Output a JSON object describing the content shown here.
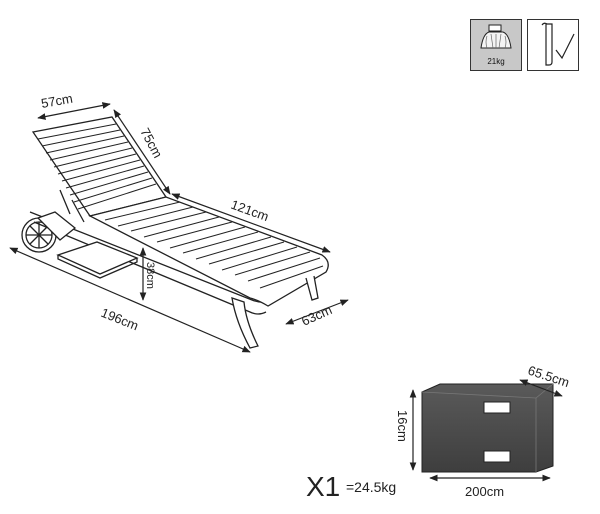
{
  "badges": {
    "weight": {
      "icon": "chair-weight-icon",
      "text": "21kg"
    },
    "tool": {
      "icon": "allen-key-checkmark-icon"
    }
  },
  "lounger": {
    "backrest_width": "57cm",
    "backrest_length": "75cm",
    "seat_length": "121cm",
    "total_length": "196cm",
    "height": "38cm",
    "width": "63cm"
  },
  "package": {
    "depth": "65.5cm",
    "height": "16cm",
    "length": "200cm",
    "quantity": "X1",
    "weight": "=24.5kg"
  }
}
